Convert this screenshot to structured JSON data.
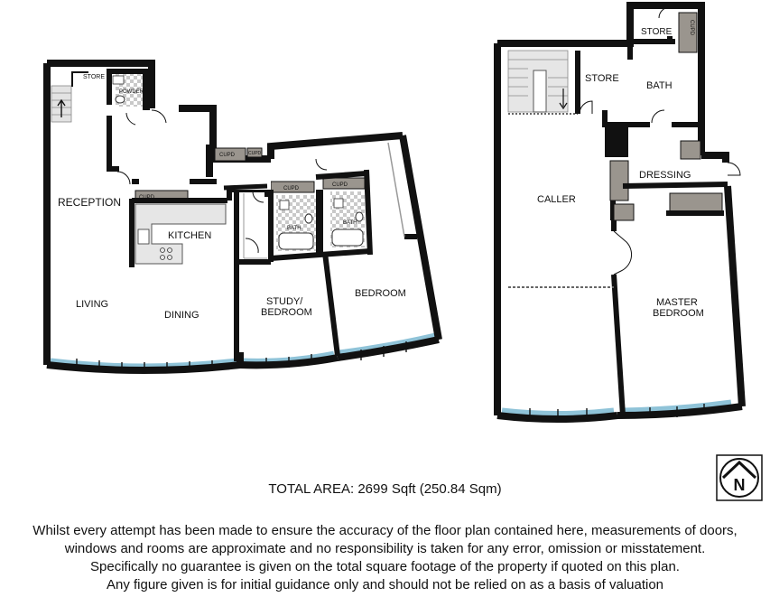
{
  "rooms_ground": {
    "store": "STORE",
    "powder": "POWDER",
    "reception": "RECEPTION",
    "cupd_a": "CUPD",
    "cupd_b": "CUPD",
    "cupd_c": "CUPD",
    "cupd_d": "CUPD",
    "cupd_e": "CUPD",
    "kitchen": "KITCHEN",
    "bath_a": "BATH",
    "bath_b": "BATH",
    "living": "LIVING",
    "dining": "DINING",
    "study_line1": "STUDY/",
    "study_line2": "BEDROOM",
    "bedroom": "BEDROOM"
  },
  "rooms_upper": {
    "store_top": "STORE",
    "cupd": "CUPD",
    "store": "STORE",
    "bath": "BATH",
    "dressing": "DRESSING",
    "caller": "CALLER",
    "master_line1": "MASTER",
    "master_line2": "BEDROOM"
  },
  "total_area": "TOTAL AREA: 2699 Sqft (250.84 Sqm)",
  "disclaimer": [
    "Whilst every attempt has been made to ensure the accuracy of the floor plan contained here, measurements of doors,",
    "windows and rooms are approximate and no responsibility is taken for any error, omission or misstatement.",
    "Specifically no guarantee is given on the total square footage of the property if quoted on this plan.",
    "Any figure given is for initial guidance only and should not be relied on as a basis of valuation"
  ],
  "compass_letter": "N",
  "colors": {
    "wall": "#111111",
    "window": "#8fc3d8",
    "cupboard": "#9a958e",
    "tile": "#cfcfcf",
    "stair": "#dcdcdc"
  }
}
